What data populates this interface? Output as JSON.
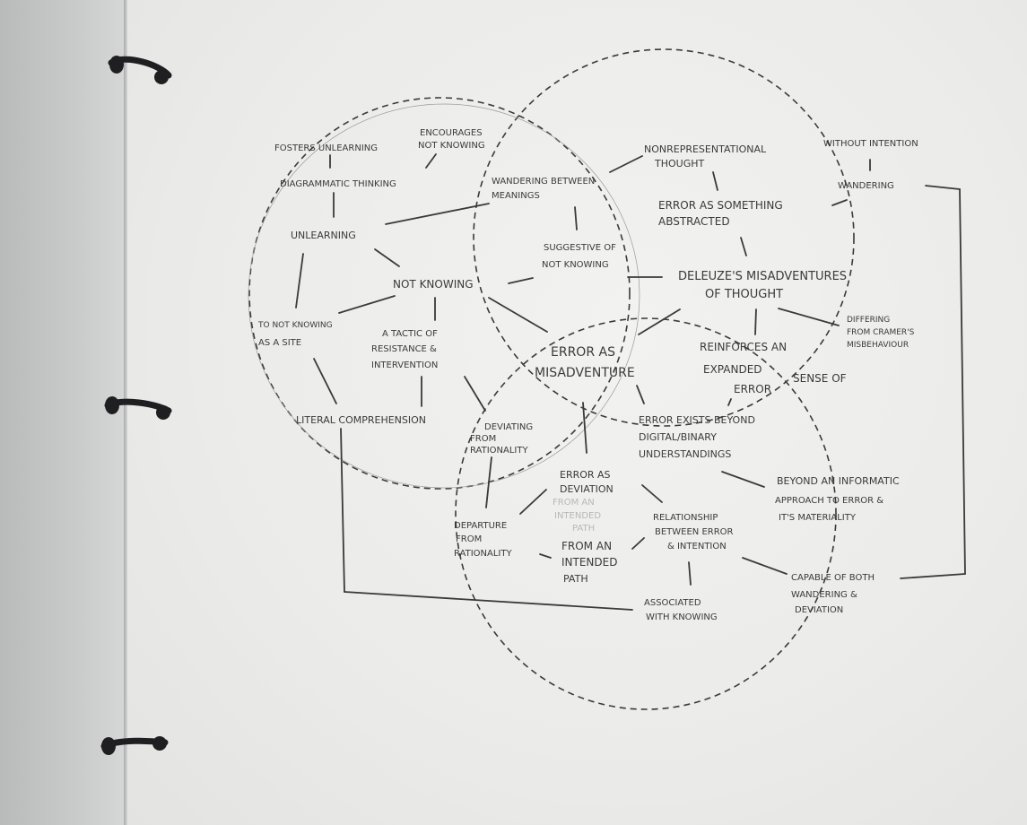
{
  "colors": {
    "ink": "#3a3a3a",
    "paper": "#eeeeec",
    "binding": "#1f1f22"
  },
  "labels": {
    "fosters_unlearning": "FOSTERS UNLEARNING",
    "encourages_not_knowing_1": "ENCOURAGES",
    "encourages_not_knowing_2": "NOT KNOWING",
    "diagrammatic_thinking": "DIAGRAMMATIC THINKING",
    "wandering_between_1": "WANDERING BETWEEN",
    "wandering_between_2": "MEANINGS",
    "nonrepresentational_1": "NONREPRESENTATIONAL",
    "nonrepresentational_2": "THOUGHT",
    "without_intention": "WITHOUT INTENTION",
    "wandering": "WANDERING",
    "error_abstracted_1": "ERROR AS SOMETHING",
    "error_abstracted_2": "ABSTRACTED",
    "unlearning": "UNLEARNING",
    "suggestive_1": "SUGGESTIVE OF",
    "suggestive_2": "NOT KNOWING",
    "not_knowing": "NOT KNOWING",
    "deleuze_1": "DELEUZE'S MISADVENTURES",
    "deleuze_2": "OF THOUGHT",
    "differing_1": "DIFFERING",
    "differing_2": "FROM CRAMER'S",
    "differing_3": "MISBEHAVIOUR",
    "not_knowing_site_1": "TO NOT KNOWING",
    "not_knowing_site_2": "AS A SITE",
    "tactic_1": "A TACTIC OF",
    "tactic_2": "RESISTANCE &",
    "tactic_3": "INTERVENTION",
    "error_misadventure_1": "ERROR AS",
    "error_misadventure_2": "MISADVENTURE",
    "reinforces_1": "REINFORCES AN",
    "reinforces_2": "EXPANDED",
    "reinforces_3": "SENSE OF",
    "reinforces_4": "ERROR",
    "literal_comprehension": "LITERAL COMPREHENSION",
    "deviating_1": "DEVIATING",
    "deviating_2": "FROM",
    "deviating_3": "RATIONALITY",
    "error_exists_1": "ERROR EXISTS BEYOND",
    "error_exists_2": "DIGITAL/BINARY",
    "error_exists_3": "UNDERSTANDINGS",
    "error_deviation_1": "ERROR AS",
    "error_deviation_2": "DEVIATION",
    "erased_1": "FROM AN",
    "erased_2": "INTENDED",
    "erased_3": "PATH",
    "beyond_1": "BEYOND AN INFORMATIC",
    "beyond_2": "APPROACH TO ERROR &",
    "beyond_3": "IT'S MATERIALITY",
    "departure_1": "DEPARTURE",
    "departure_2": "FROM",
    "departure_3": "RATIONALITY",
    "relationship_1": "RELATIONSHIP",
    "relationship_2": "BETWEEN ERROR",
    "relationship_3": "& INTENTION",
    "intended_path_1": "FROM AN",
    "intended_path_2": "INTENDED",
    "intended_path_3": "PATH",
    "capable_1": "CAPABLE OF BOTH",
    "capable_2": "WANDERING &",
    "capable_3": "DEVIATION",
    "associated_1": "ASSOCIATED",
    "associated_2": "WITH KNOWING"
  }
}
